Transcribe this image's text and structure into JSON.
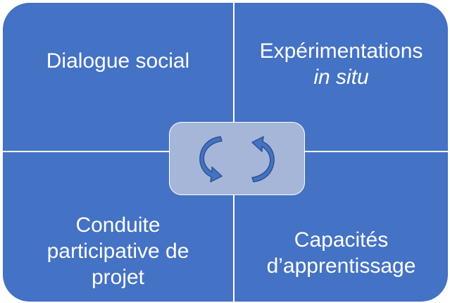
{
  "quadrants": {
    "top_left": {
      "line1": "Dialogue social"
    },
    "top_right": {
      "line1": "Expérimentations",
      "line2": "in situ"
    },
    "bottom_left": {
      "line1": "Conduite",
      "line2": "participative de",
      "line3": "projet"
    },
    "bottom_right": {
      "line1": "Capacités",
      "line2": "d’apprentissage"
    }
  },
  "colors": {
    "quadrant_fill": "#4472c4",
    "center_fill": "#a5b6d9",
    "divider": "#ffffff",
    "text": "#ffffff"
  },
  "center_icon": "circular-arrows-icon"
}
